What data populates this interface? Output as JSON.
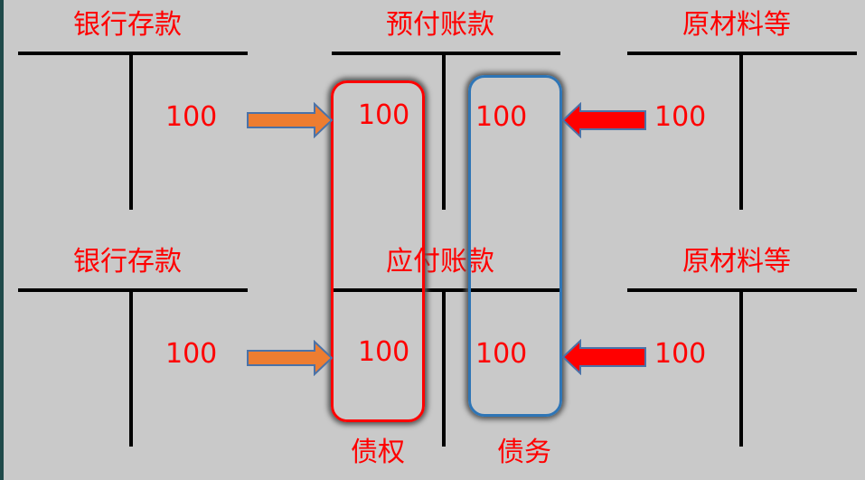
{
  "accounts": {
    "top_left": "银行存款",
    "top_mid": "预付账款",
    "top_right": "原材料等",
    "bot_left": "银行存款",
    "bot_mid": "应付账款",
    "bot_right": "原材料等"
  },
  "amounts": {
    "top_left": "100",
    "top_mid_debit": "100",
    "top_mid_credit": "100",
    "top_right": "100",
    "bot_left": "100",
    "bot_mid_debit": "100",
    "bot_mid_credit": "100",
    "bot_right": "100"
  },
  "labels": {
    "claim": "债权",
    "debt": "债务"
  },
  "colors": {
    "text": "#ff0000",
    "orange_arrow": "#ed7d31",
    "red_arrow": "#ff0000",
    "claim_box": "#ff0000",
    "debt_box": "#2e75b6"
  }
}
